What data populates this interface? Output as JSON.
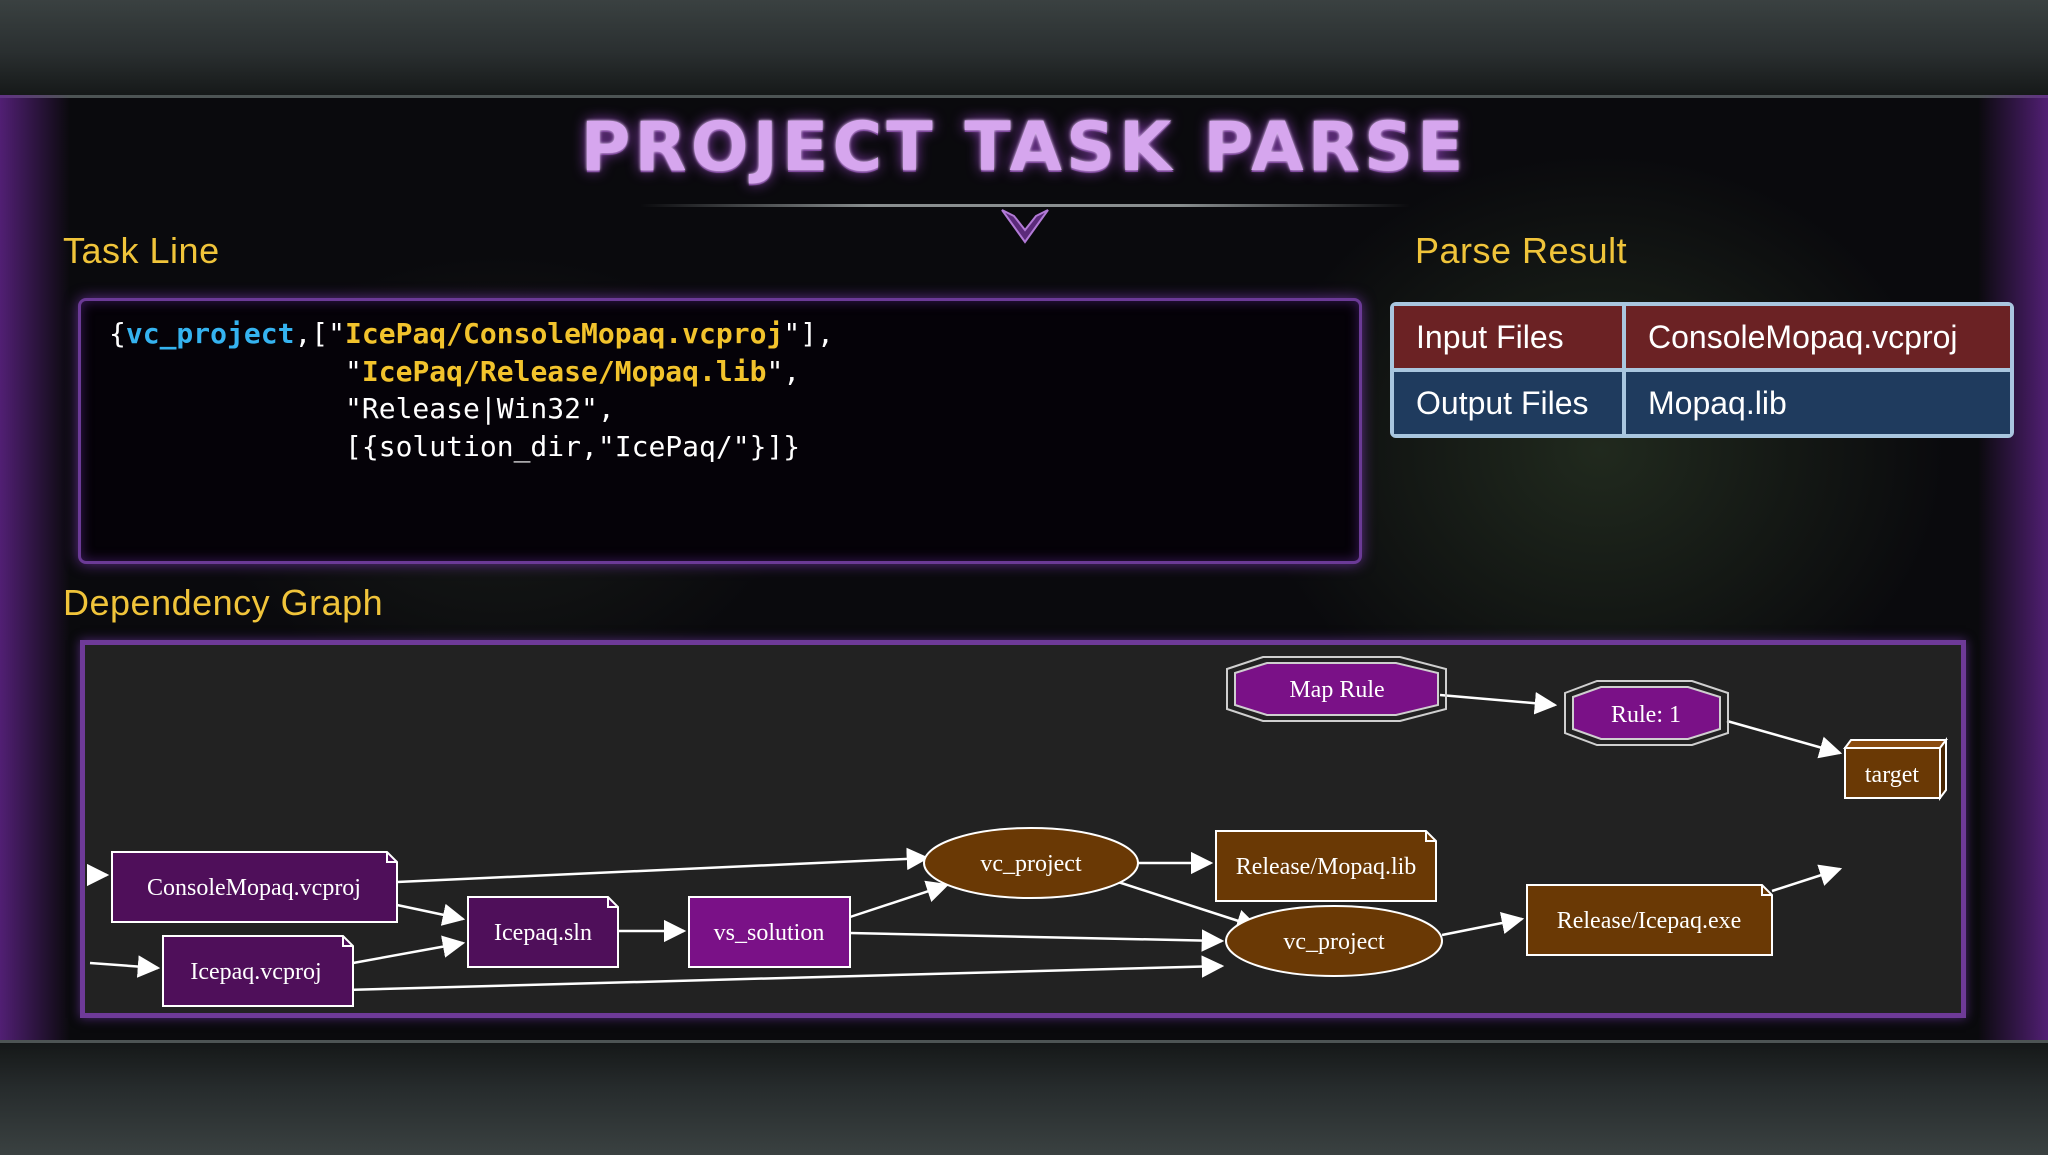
{
  "title": "PROJECT TASK PARSE",
  "task_line": {
    "label": "Task Line",
    "code": {
      "l1_open": "{",
      "l1_kw": "vc_project",
      "l1_mid": ",[\"",
      "l1_str": "IcePaq/ConsoleMopaq.vcproj",
      "l1_end": "\"],",
      "l2_open": "              \"",
      "l2_str": "IcePaq/Release/Mopaq.lib",
      "l2_end": "\",",
      "l3": "              \"Release|Win32\",",
      "l4": "              [{solution_dir,\"IcePaq/\"}]}"
    }
  },
  "parse_result": {
    "label": "Parse Result",
    "input_label": "Input Files",
    "input_value": "ConsoleMopaq.vcproj",
    "output_label": "Output Files",
    "output_value": "Mopaq.lib"
  },
  "dependency_graph": {
    "label": "Dependency Graph",
    "nodes": {
      "map_rule": "Map Rule",
      "rule1": "Rule: 1",
      "target": "target",
      "vc_project_a": "vc_project",
      "release_mopaq": "Release/Mopaq.lib",
      "console_mopaq": "ConsoleMopaq.vcproj",
      "icepaq_sln": "Icepaq.sln",
      "vs_solution": "vs_solution",
      "vc_project_b": "vc_project",
      "release_icepaq": "Release/Icepaq.exe",
      "icepaq_vcproj": "Icepaq.vcproj"
    },
    "colors": {
      "rule_fill": "#7a1187",
      "file_fill": "#4f0f5a",
      "task_fill": "#6a3905",
      "output_fill": "#6a3905",
      "edge": "#ffffff"
    }
  }
}
